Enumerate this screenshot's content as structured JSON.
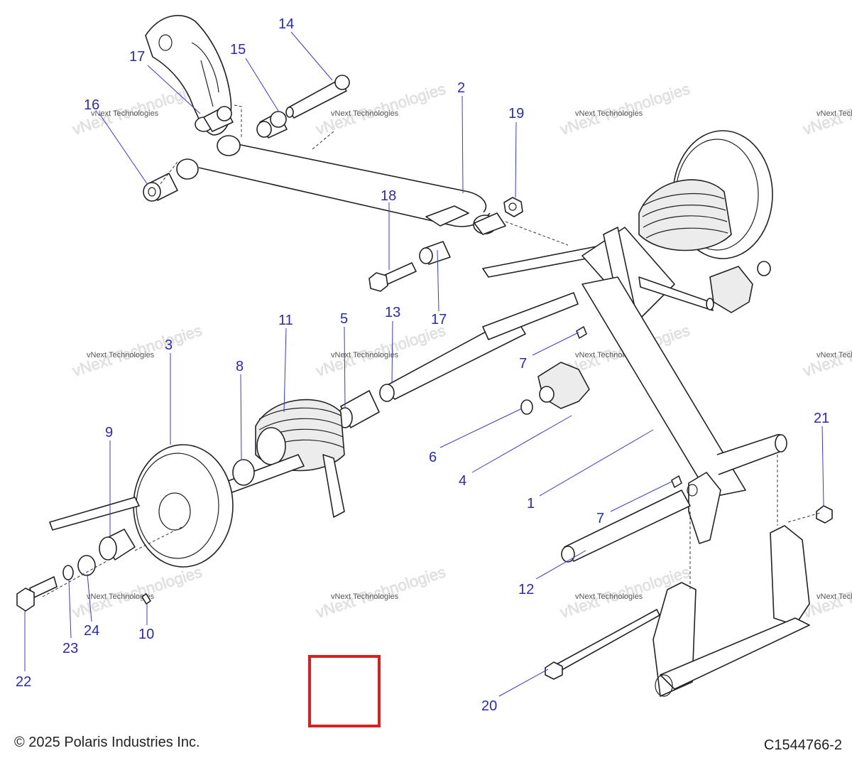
{
  "footer": {
    "copyright": "© 2025 Polaris Industries Inc.",
    "diagram_code": "C1544766-2"
  },
  "watermark": {
    "brand_line": "vNext Technologies",
    "big_text": "vNext Technologies"
  },
  "callouts": {
    "c1": "1",
    "c2": "2",
    "c3": "3",
    "c4": "4",
    "c5": "5",
    "c6": "6",
    "c7a": "7",
    "c7b": "7",
    "c8": "8",
    "c9": "9",
    "c10": "10",
    "c11": "11",
    "c12": "12",
    "c13": "13",
    "c14": "14",
    "c15": "15",
    "c16": "16",
    "c17a": "17",
    "c17b": "17",
    "c18": "18",
    "c19": "19",
    "c20": "20",
    "c21": "21",
    "c22": "22",
    "c23": "23",
    "c24": "24"
  },
  "colors": {
    "callout": "#2a2ab8",
    "highlight_box": "#d92020"
  }
}
